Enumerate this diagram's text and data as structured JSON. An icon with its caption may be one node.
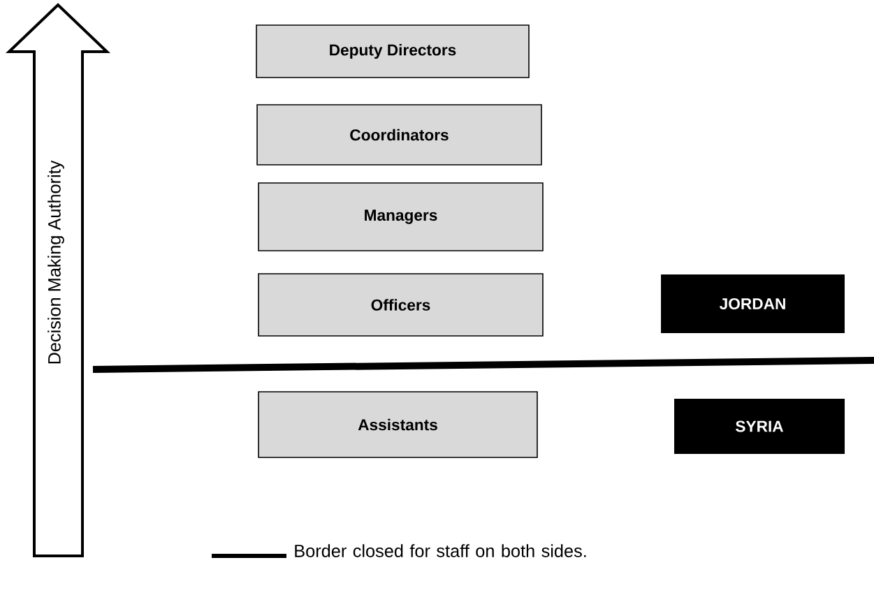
{
  "diagram": {
    "nodes": [
      {
        "text": [
          "Decision Making Authority"
        ]
      },
      {
        "text": [
          "Deputy Directors"
        ]
      },
      {
        "text": [
          "Coordinators"
        ]
      },
      {
        "text": [
          "Managers"
        ]
      },
      {
        "text": [
          "Officers"
        ]
      },
      {
        "text": [
          "Assistants"
        ]
      },
      {
        "text": [
          "JORDAN"
        ]
      },
      {
        "text": [
          "SYRIA"
        ]
      }
    ],
    "legend": [
      {
        "text": "Border closed for staff on both sides."
      }
    ]
  }
}
